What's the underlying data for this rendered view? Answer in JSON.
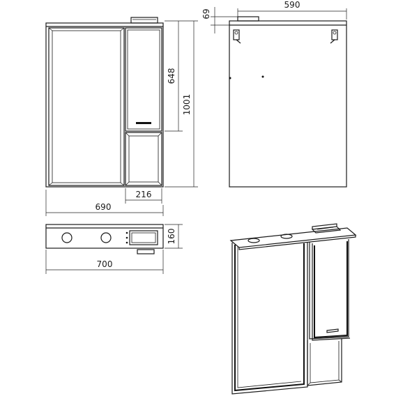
{
  "dimensions": {
    "mirror_width": "690",
    "cabinet_width": "216",
    "cabinet_height": "648",
    "total_height": "1001",
    "side_depth": "590",
    "top_offset": "69",
    "plan_width": "700",
    "plan_depth": "160"
  },
  "colors": {
    "line": "#1a1a1a",
    "background": "#ffffff"
  }
}
